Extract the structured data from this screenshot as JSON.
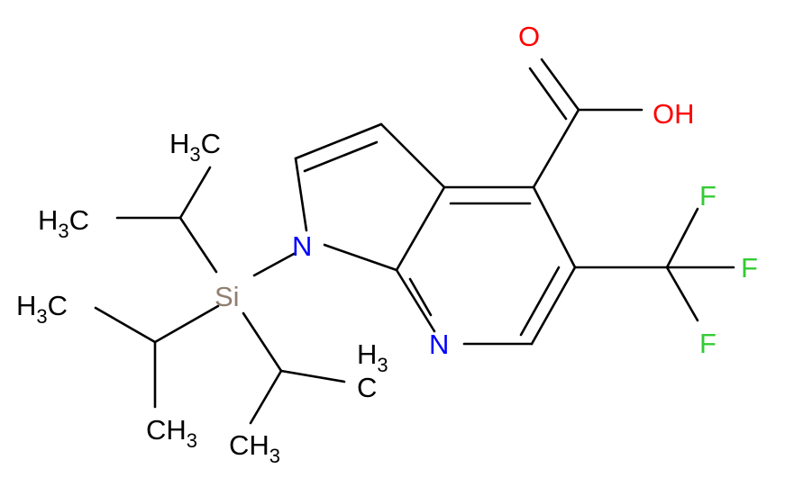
{
  "colors": {
    "bond": "#000000",
    "carbon": "#000000",
    "nitrogen": "#0000ff",
    "oxygen": "#ff0000",
    "fluorine": "#33cc33",
    "silicon": "#8f7f6f"
  },
  "atoms": {
    "n_pyrrole": "N",
    "n_pyridine": "N",
    "silicon": "Si",
    "carbonyl_o": "O",
    "hydroxyl": "OH",
    "f_top": "F",
    "f_mid": "F",
    "f_bottom": "F",
    "methyl_symbol": "H",
    "methyl_carbon": "C",
    "methyl_sub": "3"
  }
}
